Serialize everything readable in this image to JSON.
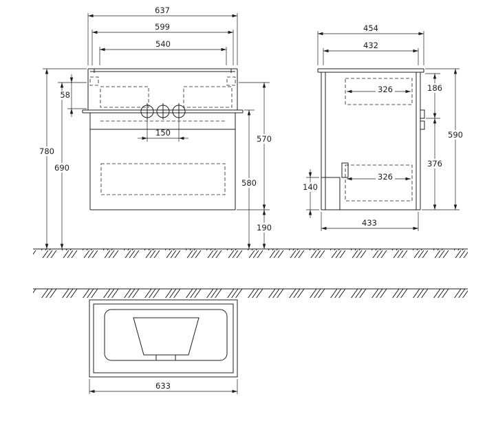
{
  "meta": {
    "drawing_type": "furniture-technical-drawing",
    "ink_color": "#1c1c1c",
    "background_color": "#ffffff",
    "units": "mm"
  },
  "front": {
    "w637": "637",
    "w599": "599",
    "w540": "540",
    "h58": "58",
    "w150": "150",
    "h780": "780",
    "h690": "690",
    "h570": "570",
    "h580": "580",
    "h190": "190"
  },
  "side": {
    "w454": "454",
    "w432": "432",
    "top326": "326",
    "bottom326": "326",
    "h186": "186",
    "h376": "376",
    "h590": "590",
    "h140": "140",
    "w433": "433"
  },
  "top": {
    "w633": "633"
  }
}
